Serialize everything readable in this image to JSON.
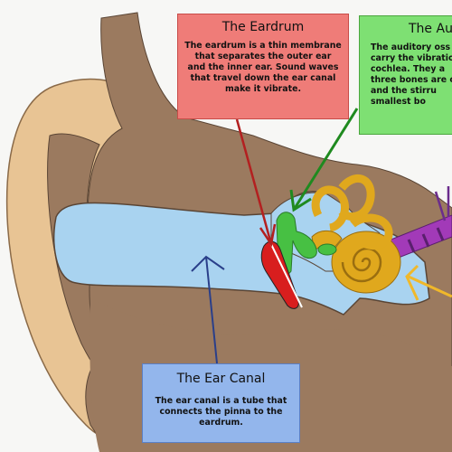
{
  "labels": {
    "eardrum": {
      "title": "The Eardrum",
      "body": "The eardrum is a thin membrane\nthat separates the outer ear\nand the inner ear. Sound waves\nthat travel down the ear canal\nmake it vibrate."
    },
    "ossicles": {
      "title": "The Au",
      "body": "The auditory oss\ncarry the vibratio\ncochlea. They a\nthree bones are c\nand the stirru\nsmallest bo"
    },
    "ear_canal": {
      "title": "The Ear Canal",
      "body": "The ear canal is a tube that\nconnects the pinna to the\neardrum."
    }
  },
  "colors": {
    "background": "#f7f7f5",
    "skin": "#e8c494",
    "tissue": "#9b7a5f",
    "canal": "#a9d3f0",
    "eardrum": "#d81e1e",
    "hammer": "#47c043",
    "ossicle": "#e0a81d",
    "nerve": "#a23ab8",
    "eardrum_box": "#ef7c78",
    "ossicles_box": "#7ee073",
    "canal_box": "#93b6ec",
    "eardrum_arrow": "#b32020",
    "ossicles_arrow": "#1f8a1f",
    "canal_arrow": "#2a3f8a",
    "cochlea_arrow": "#f0b82a",
    "nerve_arrow": "#6b2c8c"
  }
}
